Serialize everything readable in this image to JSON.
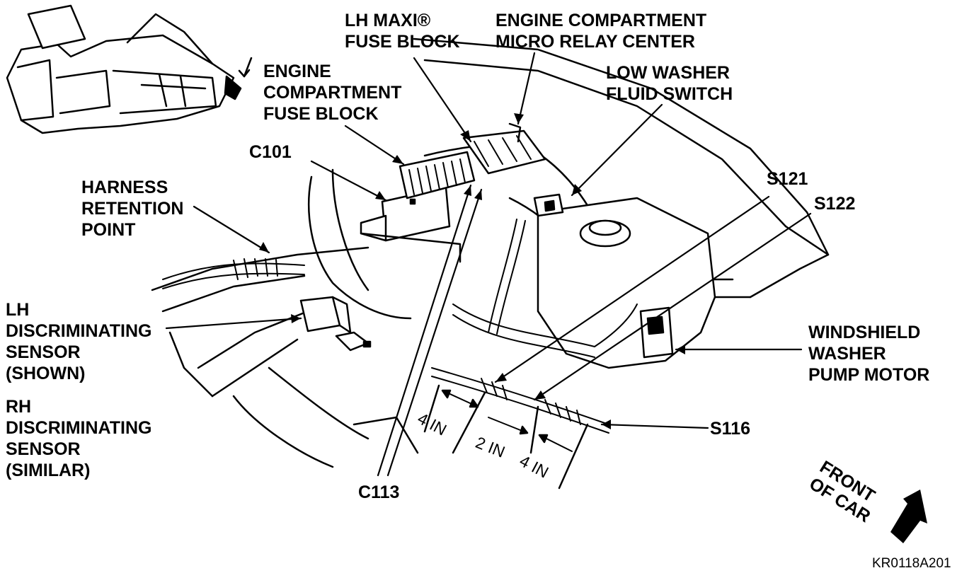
{
  "labels": {
    "lh_maxi_fuse_block": [
      "LH MAXI®",
      "FUSE BLOCK"
    ],
    "engine_compartment_micro_relay_center": [
      "ENGINE COMPARTMENT",
      "MICRO RELAY CENTER"
    ],
    "engine_compartment_fuse_block": [
      "ENGINE",
      "COMPARTMENT",
      "FUSE BLOCK"
    ],
    "low_washer_fluid_switch": [
      "LOW WASHER",
      "FLUID SWITCH"
    ],
    "c101": "C101",
    "harness_retention_point": [
      "HARNESS",
      "RETENTION",
      "POINT"
    ],
    "s121": "S121",
    "s122": "S122",
    "lh_discriminating_sensor": [
      "LH",
      "DISCRIMINATING",
      "SENSOR",
      "(SHOWN)"
    ],
    "rh_discriminating_sensor": [
      "RH",
      "DISCRIMINATING",
      "SENSOR",
      "(SIMILAR)"
    ],
    "windshield_washer_pump_motor": [
      "WINDSHIELD",
      "WASHER",
      "PUMP MOTOR"
    ],
    "s116": "S116",
    "c113": "C113",
    "front_of_car": [
      "FRONT",
      "OF CAR"
    ]
  },
  "dimensions": {
    "d1": "4 IN",
    "d2": "2 IN",
    "d3": "4 IN"
  },
  "figure_id": "KR0118A201"
}
